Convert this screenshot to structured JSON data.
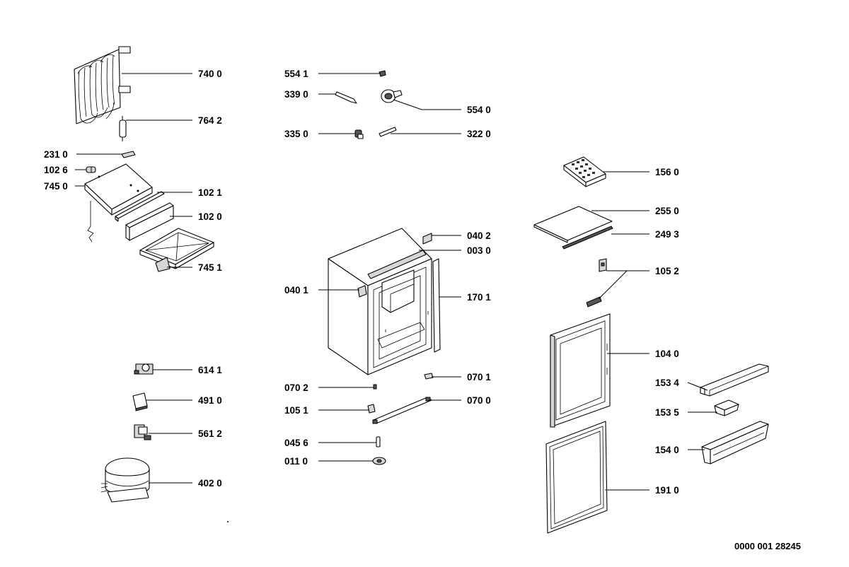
{
  "diagram": {
    "doc_ref": "0000 001 28245",
    "labels": {
      "p7400": "740 0",
      "p7642": "764 2",
      "p2310": "231 0",
      "p1026": "102 6",
      "p7450": "745 0",
      "p1021": "102 1",
      "p1020": "102 0",
      "p7451": "745 1",
      "p6141": "614 1",
      "p4910": "491 0",
      "p5612": "561 2",
      "p4020": "402 0",
      "p5541": "554 1",
      "p3390": "339 0",
      "p5540": "554 0",
      "p3350": "335 0",
      "p3220": "322 0",
      "p0402": "040 2",
      "p0030": "003 0",
      "p0401": "040 1",
      "p1701": "170 1",
      "p0702": "070 2",
      "p0701": "070 1",
      "p1051": "105 1",
      "p0700": "070 0",
      "p0456": "045 6",
      "p0110": "011 0",
      "p1560": "156 0",
      "p2550": "255 0",
      "p2493": "249 3",
      "p1052": "105 2",
      "p1040": "104 0",
      "p1534": "153 4",
      "p1535": "153 5",
      "p1540": "154 0",
      "p1910": "191 0"
    }
  }
}
